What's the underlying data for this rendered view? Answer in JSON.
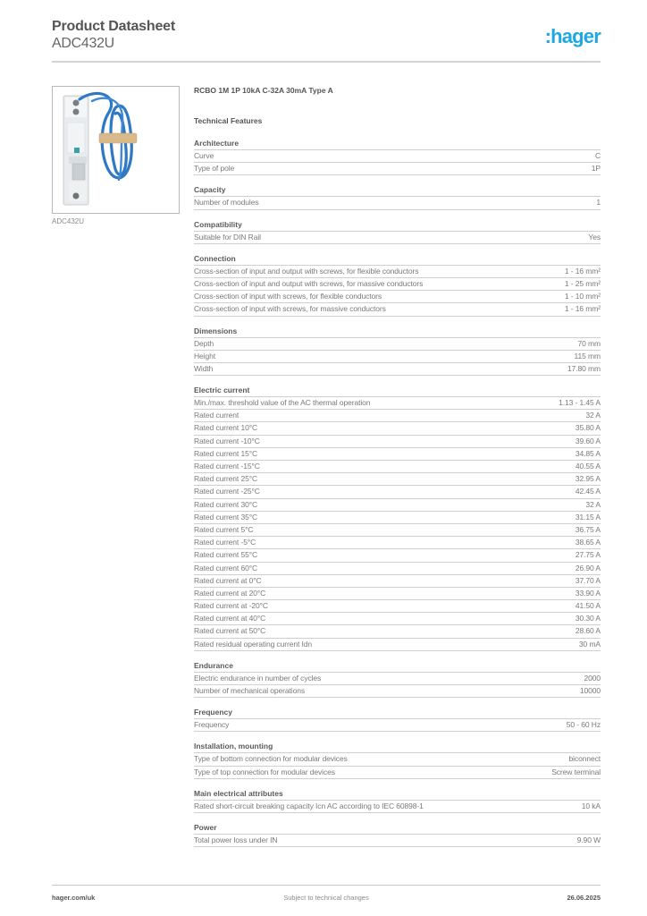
{
  "header": {
    "title": "Product Datasheet",
    "subtitle": "ADC432U",
    "logo_text": ":hager",
    "logo_color": "#1fa8e0"
  },
  "product": {
    "image_alt": "RCBO product image with blue cable",
    "caption": "ADC432U",
    "description": "RCBO 1M 1P 10kA C-32A 30mA Type A"
  },
  "technical_features_title": "Technical Features",
  "sections": [
    {
      "title": "Architecture",
      "rows": [
        {
          "label": "Curve",
          "value": "C"
        },
        {
          "label": "Type of pole",
          "value": "1P"
        }
      ]
    },
    {
      "title": "Capacity",
      "rows": [
        {
          "label": "Number of modules",
          "value": "1"
        }
      ]
    },
    {
      "title": "Compatibility",
      "rows": [
        {
          "label": "Suitable for DIN Rail",
          "value": "Yes"
        }
      ]
    },
    {
      "title": "Connection",
      "rows": [
        {
          "label": "Cross-section of input and output with screws, for flexible conductors",
          "value": "1 - 16 mm²"
        },
        {
          "label": "Cross-section of input and output with screws, for massive conductors",
          "value": "1 - 25 mm²"
        },
        {
          "label": "Cross-section of input with screws, for flexible conductors",
          "value": "1 - 10 mm²"
        },
        {
          "label": "Cross-section of input with screws, for massive conductors",
          "value": "1 - 16 mm²"
        }
      ]
    },
    {
      "title": "Dimensions",
      "rows": [
        {
          "label": "Depth",
          "value": "70 mm"
        },
        {
          "label": "Height",
          "value": "115 mm"
        },
        {
          "label": "Width",
          "value": "17.80 mm"
        }
      ]
    },
    {
      "title": "Electric current",
      "rows": [
        {
          "label": "Min./max. threshold value of the AC thermal operation",
          "value": "1.13 - 1.45 A"
        },
        {
          "label": "Rated current",
          "value": "32 A"
        },
        {
          "label": "Rated current 10°C",
          "value": "35.80 A"
        },
        {
          "label": "Rated current -10°C",
          "value": "39.60 A"
        },
        {
          "label": "Rated current 15°C",
          "value": "34.85 A"
        },
        {
          "label": "Rated current -15°C",
          "value": "40.55 A"
        },
        {
          "label": "Rated current 25°C",
          "value": "32.95 A"
        },
        {
          "label": "Rated current -25°C",
          "value": "42.45 A"
        },
        {
          "label": "Rated current 30°C",
          "value": "32 A"
        },
        {
          "label": "Rated current 35°C",
          "value": "31.15 A"
        },
        {
          "label": "Rated current 5°C",
          "value": "36.75 A"
        },
        {
          "label": "Rated current -5°C",
          "value": "38.65 A"
        },
        {
          "label": "Rated current 55°C",
          "value": "27.75 A"
        },
        {
          "label": "Rated current 60°C",
          "value": "26.90 A"
        },
        {
          "label": "Rated current at 0°C",
          "value": "37.70 A"
        },
        {
          "label": "Rated current at 20°C",
          "value": "33.90 A"
        },
        {
          "label": "Rated current at -20°C",
          "value": "41.50 A"
        },
        {
          "label": "Rated current at 40°C",
          "value": "30.30 A"
        },
        {
          "label": "Rated current at 50°C",
          "value": "28.60 A"
        },
        {
          "label": "Rated residual operating current Idn",
          "value": "30 mA"
        }
      ]
    },
    {
      "title": "Endurance",
      "rows": [
        {
          "label": "Electric endurance in number of cycles",
          "value": "2000"
        },
        {
          "label": "Number of mechanical operations",
          "value": "10000"
        }
      ]
    },
    {
      "title": "Frequency",
      "rows": [
        {
          "label": "Frequency",
          "value": "50 - 60 Hz"
        }
      ]
    },
    {
      "title": "Installation, mounting",
      "rows": [
        {
          "label": "Type of bottom connection for modular devices",
          "value": "biconnect"
        },
        {
          "label": "Type of top connection for modular devices",
          "value": "Screw terminal"
        }
      ]
    },
    {
      "title": "Main electrical attributes",
      "rows": [
        {
          "label": "Rated short-circuit breaking capacity Icn AC according to IEC 60898-1",
          "value": "10 kA"
        }
      ]
    },
    {
      "title": "Power",
      "rows": [
        {
          "label": "Total power loss under IN",
          "value": "9.90 W"
        }
      ]
    }
  ],
  "footer": {
    "website": "hager.com/uk",
    "notice": "Subject to technical changes",
    "date": "26.06.2025"
  }
}
